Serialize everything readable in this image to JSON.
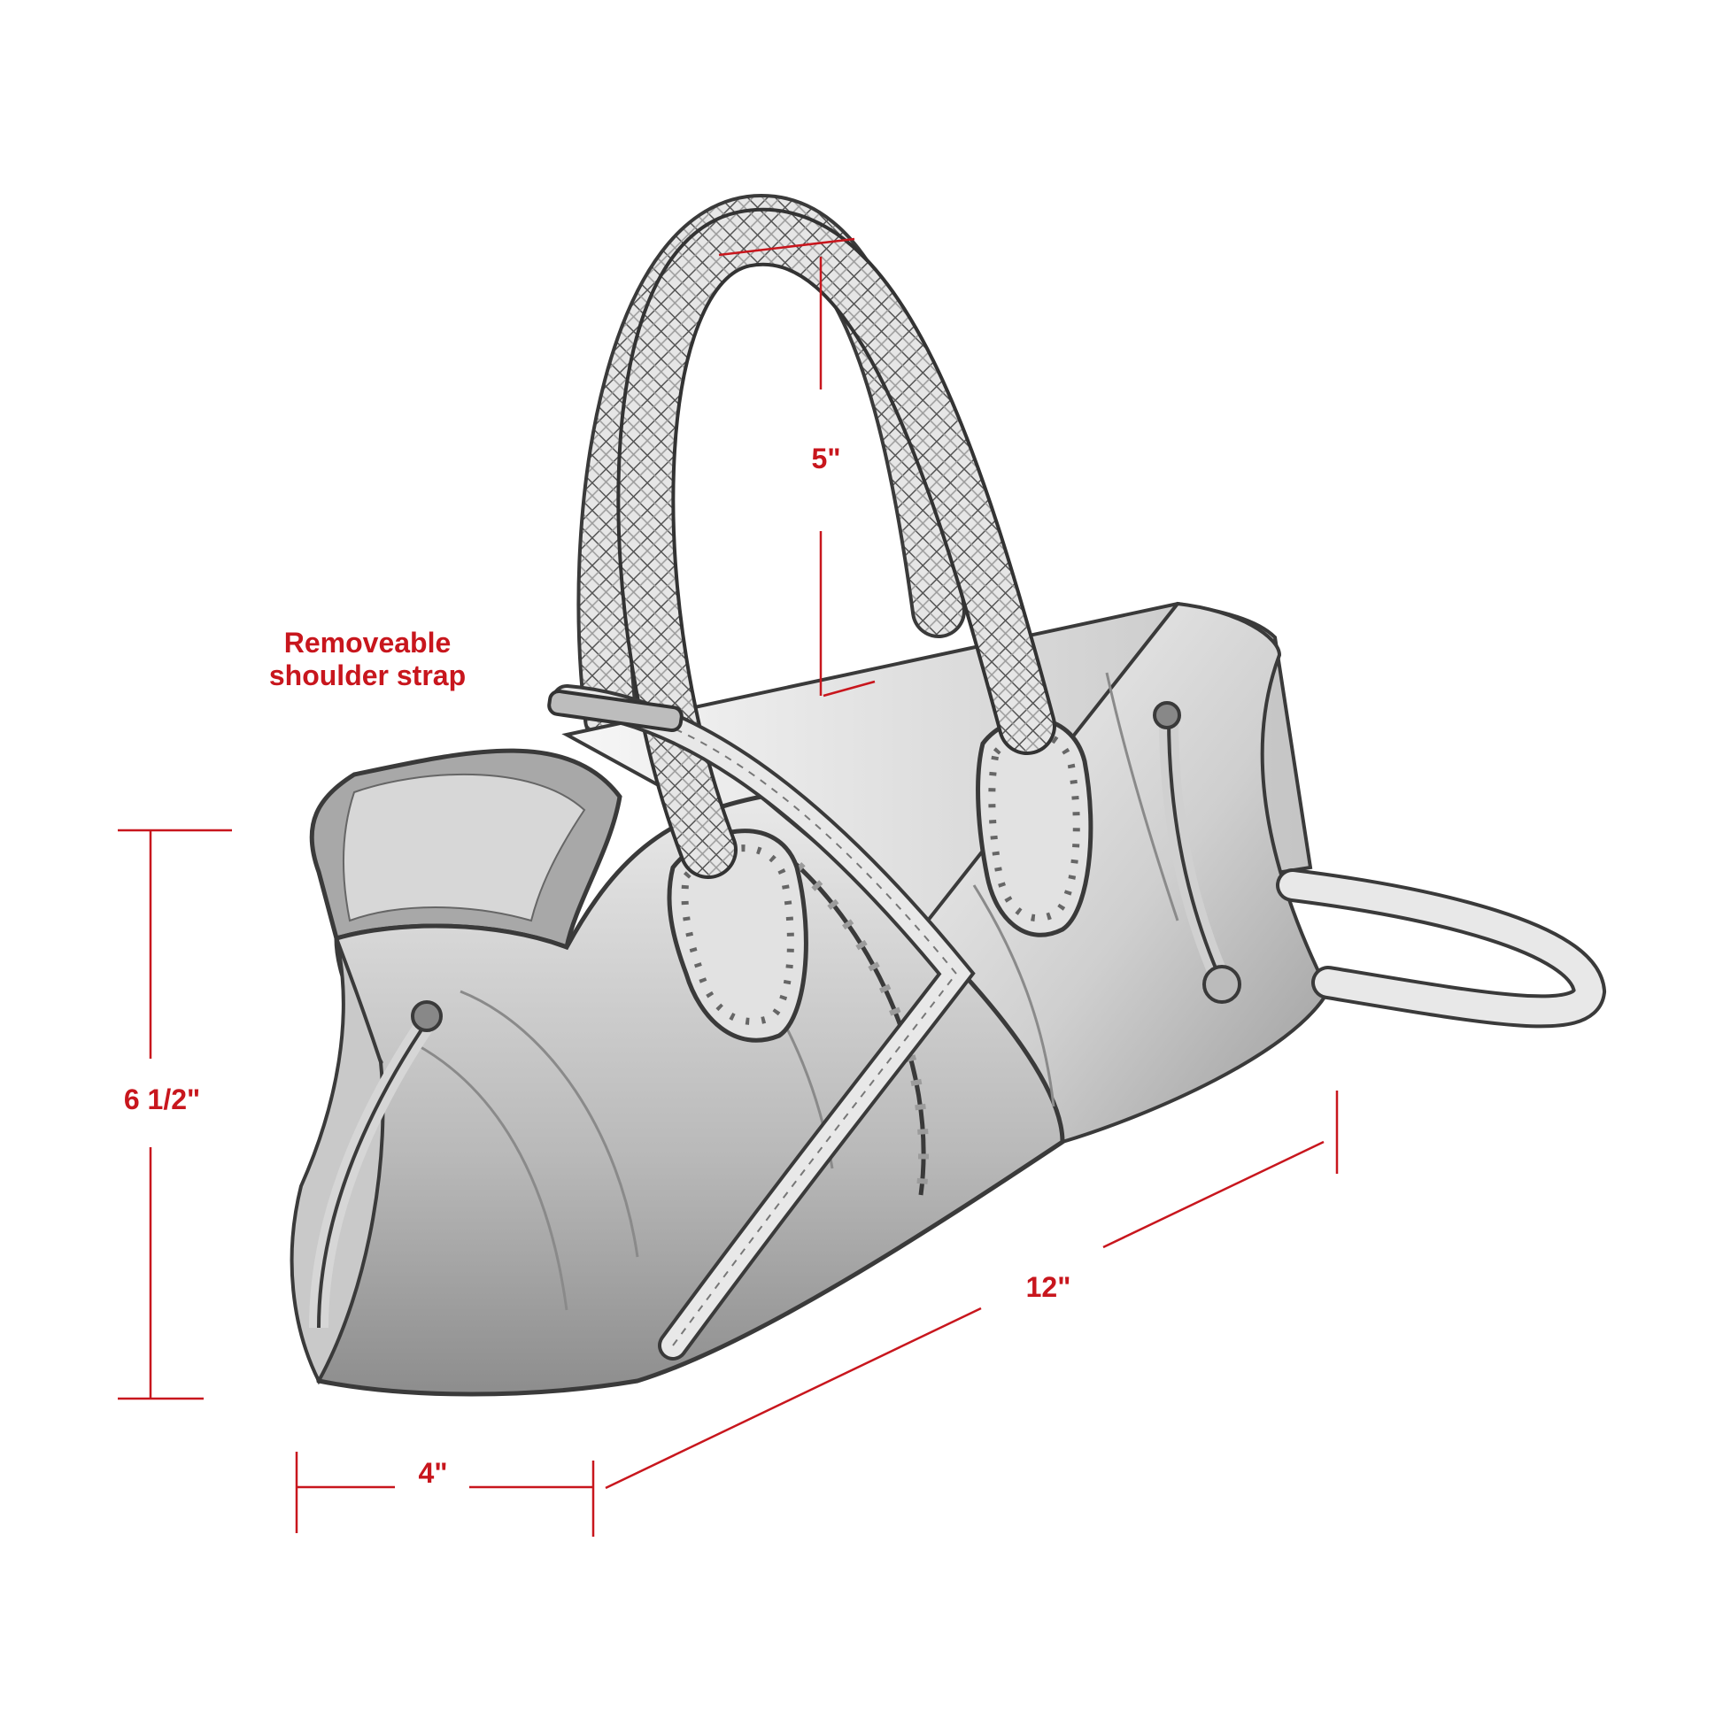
{
  "colors": {
    "annotation": "#c8161d",
    "pencil_dark": "#3a3a3a",
    "pencil_mid": "#7a7a7a",
    "pencil_light": "#bdbdbd",
    "paper": "#ffffff"
  },
  "labels": {
    "shoulder_strap": "Removeable shoulder strap",
    "handle_drop": "5\"",
    "height": "6 1/2\"",
    "depth": "4\"",
    "length": "12\""
  }
}
